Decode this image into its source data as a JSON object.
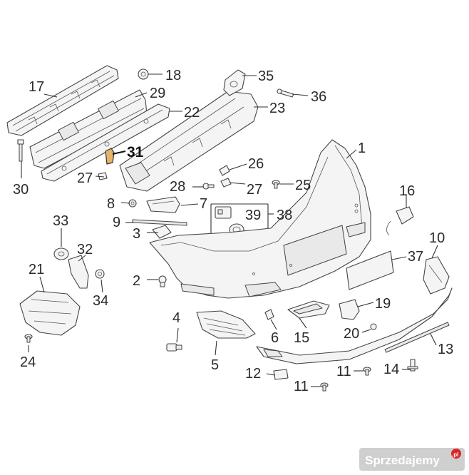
{
  "callouts": {
    "c1": "1",
    "c2": "2",
    "c3": "3",
    "c4": "4",
    "c5": "5",
    "c6": "6",
    "c7": "7",
    "c8": "8",
    "c9": "9",
    "c10": "10",
    "c11a": "11",
    "c11b": "11",
    "c12": "12",
    "c13": "13",
    "c14": "14",
    "c15": "15",
    "c16": "16",
    "c17": "17",
    "c18": "18",
    "c19": "19",
    "c20": "20",
    "c21": "21",
    "c22": "22",
    "c23": "23",
    "c24": "24",
    "c25": "25",
    "c26": "26",
    "c27a": "27",
    "c27b": "27",
    "c28": "28",
    "c29": "29",
    "c30": "30",
    "c31": "31",
    "c32": "32",
    "c33": "33",
    "c34": "34",
    "c35": "35",
    "c36": "36",
    "c37": "37",
    "c38": "38",
    "c39": "39"
  },
  "watermark": {
    "text": "Sprzedajemy",
    "suffix": ".pl"
  },
  "colors": {
    "highlight": "#e8b26a",
    "line": "#444444",
    "watermark_bg": "#cfcfcf",
    "watermark_accent": "#d9262b"
  }
}
